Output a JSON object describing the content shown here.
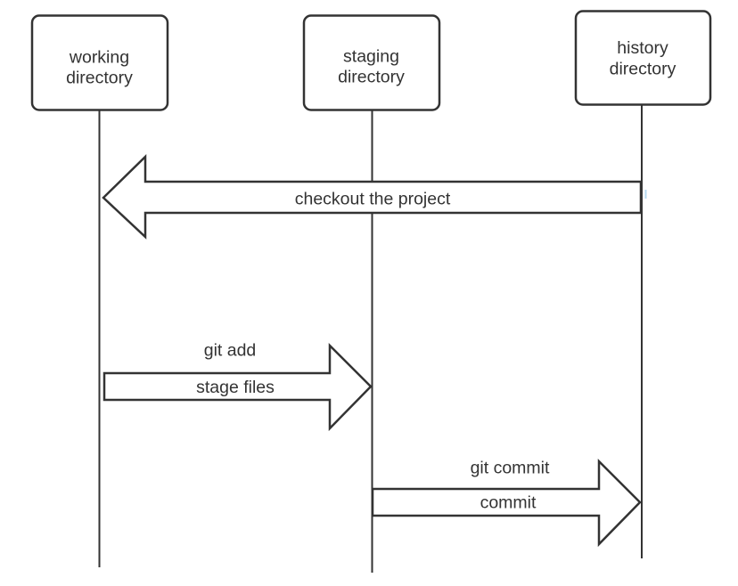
{
  "diagram": {
    "type": "sequence-diagram",
    "subject": "git workflow between directories",
    "colors": {
      "background": "#ffffff",
      "stroke": "#333333",
      "text": "#333333",
      "caret_artifact": "#a9d3ee"
    }
  },
  "actors": [
    {
      "id": "working-directory",
      "label_line1": "working",
      "label_line2": "directory"
    },
    {
      "id": "staging-directory",
      "label_line1": "staging",
      "label_line2": "directory"
    },
    {
      "id": "history-directory",
      "label_line1": "history",
      "label_line2": "directory"
    }
  ],
  "messages": [
    {
      "from": "history-directory",
      "to": "working-directory",
      "direction": "left",
      "label": "checkout the project"
    },
    {
      "from": "working-directory",
      "to": "staging-directory",
      "direction": "right",
      "command": "git add",
      "label": "stage files"
    },
    {
      "from": "staging-directory",
      "to": "history-directory",
      "direction": "right",
      "command": "git commit",
      "label": "commit"
    }
  ]
}
